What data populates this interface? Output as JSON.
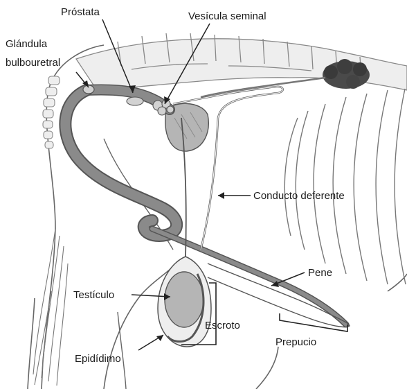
{
  "labels": {
    "prostata": "Próstata",
    "vesicula": "Vesícula seminal",
    "glandula_1": "Glándula",
    "glandula_2": "bulbouretral",
    "conducto": "Conducto deferente",
    "pene": "Pene",
    "testiculo": "Testículo",
    "escroto": "Escroto",
    "prepucio": "Prepucio",
    "epididimo": "Epidídimo"
  },
  "colors": {
    "outline": "#555555",
    "bone": "#eeeeee",
    "organ_dark": "#8a8a8a",
    "organ_mid": "#b5b5b5",
    "organ_light": "#d2d2d2",
    "kidney": "#4a4a4a",
    "line": "#222222"
  }
}
